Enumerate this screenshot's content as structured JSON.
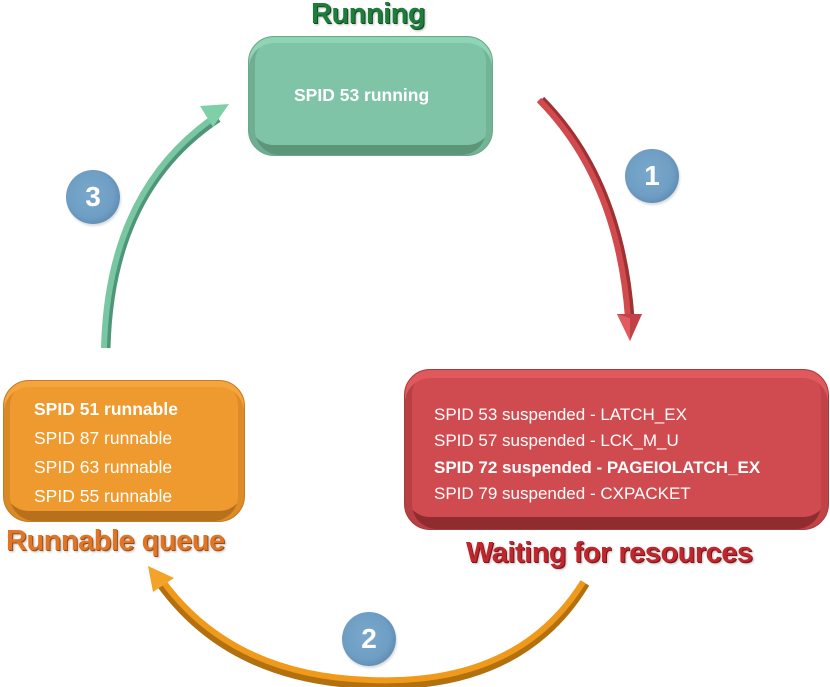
{
  "diagram": {
    "states": {
      "running": {
        "title": "Running",
        "lines": [
          "SPID 53 running"
        ],
        "color": "#7fc4a6",
        "title_color": "#1e7d3b"
      },
      "runnable": {
        "title": "Runnable queue",
        "lines": [
          "SPID 51 runnable",
          "SPID 87 runnable",
          "SPID 63 runnable",
          "SPID 55 runnable"
        ],
        "bold_index": 0,
        "color": "#ee9a2f",
        "title_color": "#e07625"
      },
      "waiting": {
        "title": "Waiting for resources",
        "lines": [
          "SPID 53 suspended - LATCH_EX",
          "SPID 57 suspended - LCK_M_U",
          "SPID 72 suspended - PAGEIOLATCH_EX",
          "SPID 79 suspended - CXPACKET"
        ],
        "bold_index": 2,
        "color": "#d04b4f",
        "title_color": "#c0272d"
      }
    },
    "transitions": [
      {
        "step": "1",
        "from": "Running",
        "to": "Waiting for resources",
        "color": "#d24a4e"
      },
      {
        "step": "2",
        "from": "Waiting for resources",
        "to": "Runnable queue",
        "color": "#f09a1c"
      },
      {
        "step": "3",
        "from": "Runnable queue",
        "to": "Running",
        "color": "#6fbf98"
      }
    ],
    "badge_color": "#6f9ec4"
  }
}
